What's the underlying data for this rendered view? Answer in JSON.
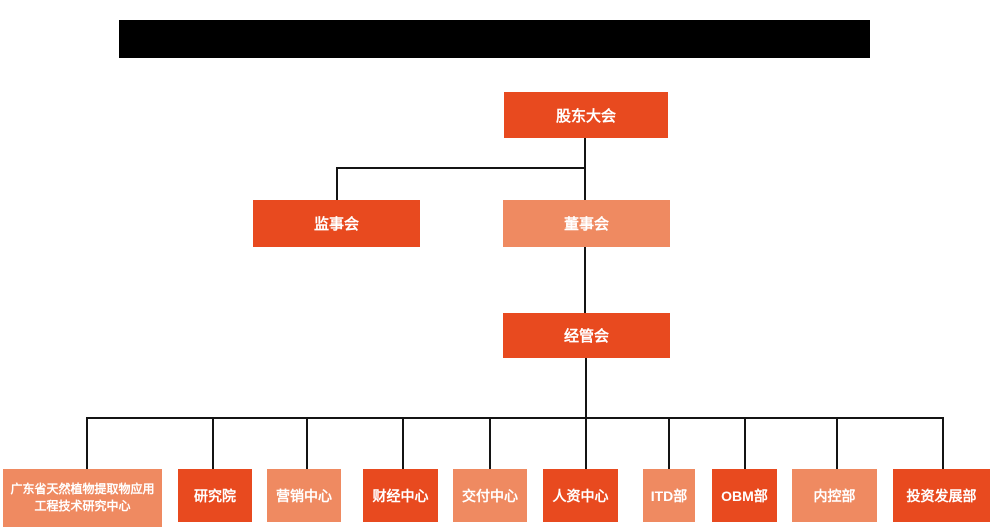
{
  "org": {
    "title_bar": {
      "redacted": true,
      "text": ""
    },
    "nodes": {
      "shareholders": {
        "label": "股东大会",
        "variant": "dark"
      },
      "supervisory": {
        "label": "监事会",
        "variant": "dark"
      },
      "board": {
        "label": "董事会",
        "variant": "light"
      },
      "management": {
        "label": "经管会",
        "variant": "dark"
      }
    },
    "departments": [
      {
        "label": "广东省天然植物提取物应用工程技术研究中心",
        "variant": "light"
      },
      {
        "label": "研究院",
        "variant": "dark"
      },
      {
        "label": "营销中心",
        "variant": "light"
      },
      {
        "label": "财经中心",
        "variant": "dark"
      },
      {
        "label": "交付中心",
        "variant": "light"
      },
      {
        "label": "人资中心",
        "variant": "dark"
      },
      {
        "label": "ITD部",
        "variant": "light"
      },
      {
        "label": "OBM部",
        "variant": "dark"
      },
      {
        "label": "内控部",
        "variant": "light"
      },
      {
        "label": "投资发展部",
        "variant": "dark"
      }
    ],
    "colors": {
      "dark_node": "#E84A1F",
      "light_node": "#EF8A61",
      "connector": "#141414",
      "redacted_bar": "#000000",
      "text": "#FFFFFF",
      "background": "#FFFFFF"
    }
  }
}
